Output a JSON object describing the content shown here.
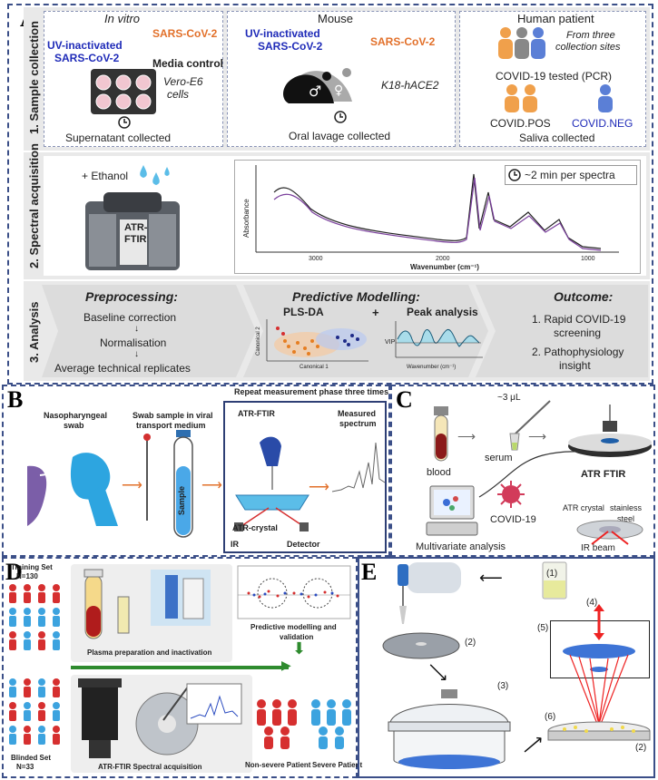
{
  "panelA": {
    "label": "A",
    "row1": {
      "title": "1. Sample collection",
      "invitro": {
        "header": "In vitro",
        "uv": "UV-inactivated",
        "sars": "SARS-CoV-2",
        "sars2": "SARS-CoV-2",
        "media": "Media control",
        "cells": "Vero-E6",
        "cells2": "cells",
        "result": "Supernatant collected"
      },
      "mouse": {
        "header": "Mouse",
        "uv": "UV-inactivated",
        "sars": "SARS-CoV-2",
        "sars2": "SARS-CoV-2",
        "strain": "K18-hACE2",
        "result": "Oral lavage collected"
      },
      "human": {
        "header": "Human patient",
        "sites": "From three",
        "sites2": "collection sites",
        "tested": "COVID-19 tested (PCR)",
        "pos": "COVID.POS",
        "neg": "COVID.NEG",
        "result": "Saliva collected"
      }
    },
    "row2": {
      "title": "2. Spectral acquisition",
      "ethanol": "+ Ethanol",
      "instrument1": "ATR-",
      "instrument2": "FTIR",
      "time": "~2 min per spectra",
      "ylabel": "Absorbance",
      "xlabel": "Wavenumber (cm⁻¹)",
      "ticks": [
        "3000",
        "2000",
        "1000"
      ]
    },
    "row3": {
      "title": "3. Analysis",
      "pre": {
        "header": "Preprocessing:",
        "s1": "Baseline correction",
        "s2": "Normalisation",
        "s3": "Average technical replicates"
      },
      "model": {
        "header": "Predictive Modelling:",
        "plsda": "PLS-DA",
        "plus": "+",
        "peak": "Peak analysis",
        "c1": "Canonical 1",
        "c2": "Canonical 2",
        "vip": "VIP",
        "wn": "Wavenumber (cm⁻¹)"
      },
      "out": {
        "header": "Outcome:",
        "o1a": "1. Rapid COVID-19",
        "o1b": "screening",
        "o2a": "2. Pathophysiology",
        "o2b": "insight"
      }
    }
  },
  "panelB": {
    "label": "B",
    "repeat": "Repeat measurement phase three times",
    "swab1": "Nasopharyngeal",
    "swab2": "swab",
    "vtm1": "Swab sample in viral",
    "vtm2": "transport medium",
    "atr": "ATR-FTIR",
    "meas1": "Measured",
    "meas2": "spectrum",
    "sample": "Sample",
    "crystal": "ATR-crystal",
    "ir": "IR",
    "detector": "Detector"
  },
  "panelC": {
    "label": "C",
    "volume": "~3 μL",
    "serum": "serum",
    "blood": "blood",
    "atr": "ATR FTIR",
    "covid": "COVID-19",
    "multi": "Multivariate analysis",
    "crystal": "ATR crystal",
    "steel1": "stainless",
    "steel2": "steel",
    "beam": "IR beam"
  },
  "panelD": {
    "label": "D",
    "training1": "Training Set",
    "training2": "N=130",
    "blinded1": "Blinded Set",
    "blinded2": "N=33",
    "plasma": "Plasma preparation and inactivation",
    "pred1": "Predictive modelling and",
    "pred2": "validation",
    "acq": "ATR-FTIR Spectral acquisition",
    "nonsevere": "Non-severe Patient",
    "severe": "Severe Patient"
  },
  "panelE": {
    "label": "E",
    "n1": "(1)",
    "n2": "(2)",
    "n3": "(3)",
    "n4": "(4)",
    "n5": "(5)",
    "n6": "(6)",
    "n2b": "(2)"
  },
  "colors": {
    "panelBorder": "#3b4f88",
    "blue": "#1f2bb8",
    "orange": "#e2702a",
    "band": "#e9e9e9"
  }
}
